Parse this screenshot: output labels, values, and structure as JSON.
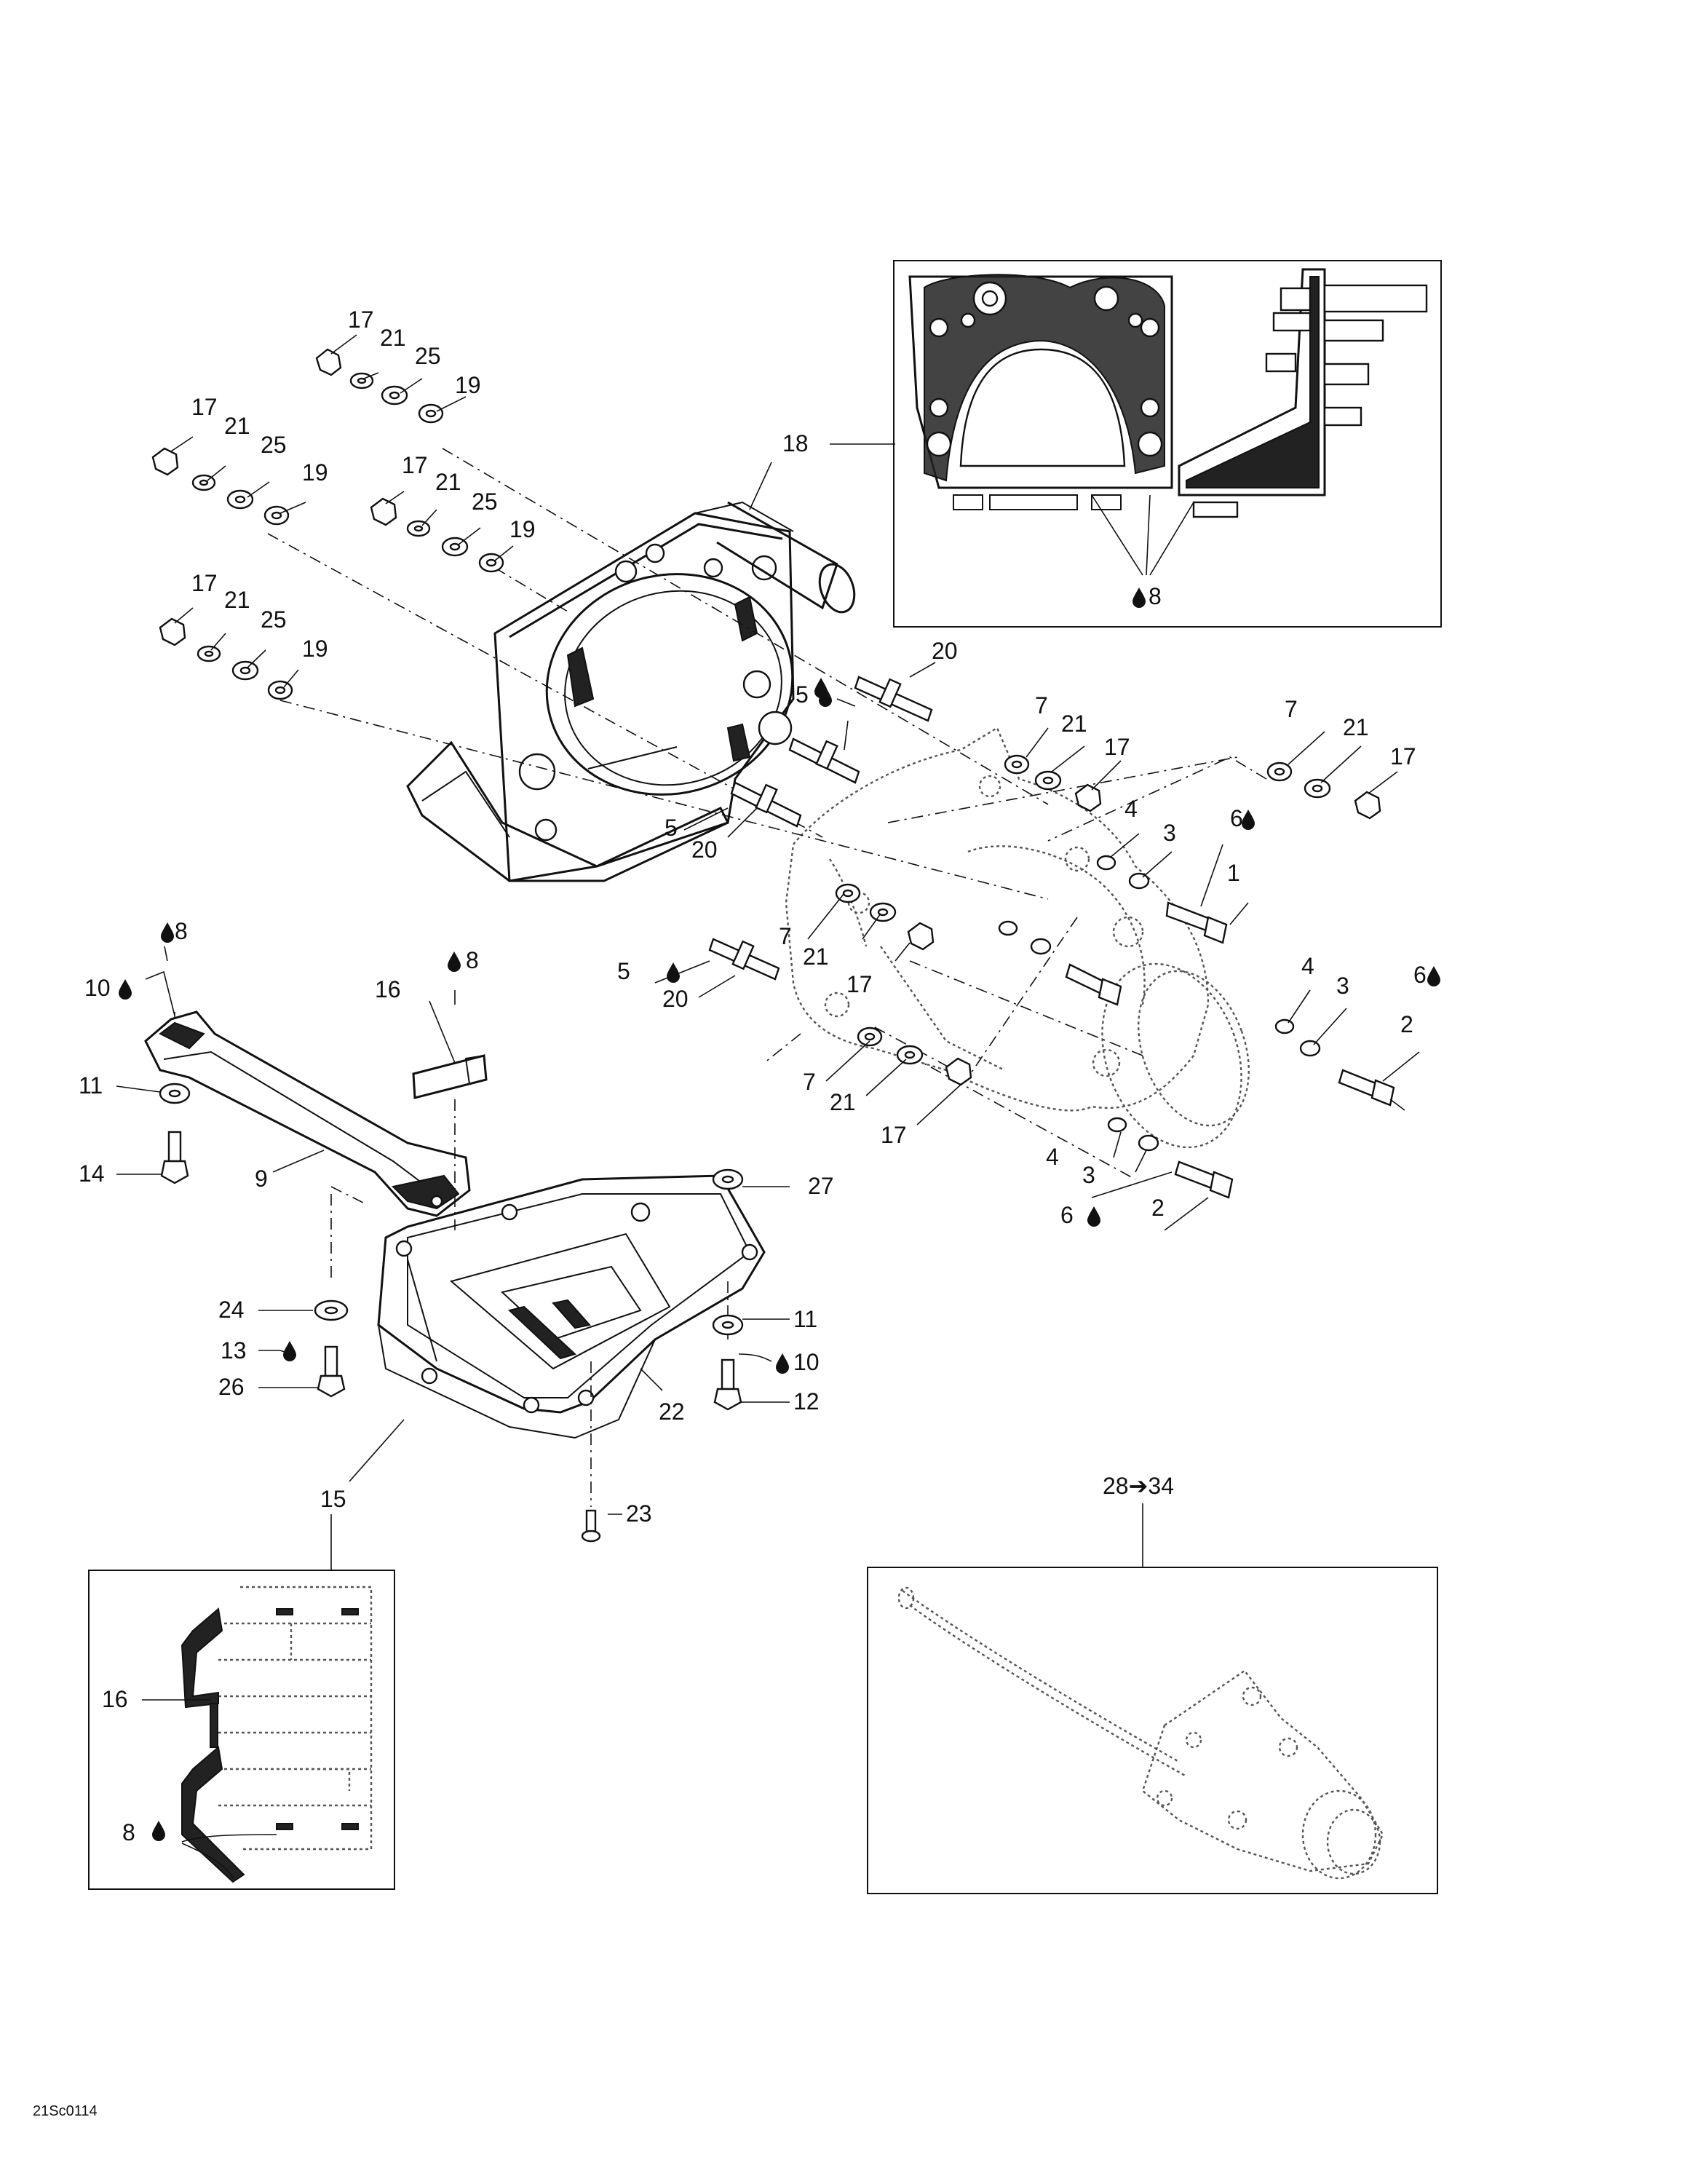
{
  "figure_code": "21Sc0114",
  "callouts": {
    "c1": "1",
    "c2a": "2",
    "c2b": "2",
    "c3a": "3",
    "c3b": "3",
    "c3c": "3",
    "c4a": "4",
    "c4b": "4",
    "c4c": "4",
    "c5a": "5",
    "c5b": "5",
    "c5c": "5",
    "c6a": "6",
    "c6b": "6",
    "c6c": "6",
    "c7a": "7",
    "c7b": "7",
    "c7c": "7",
    "c7d": "7",
    "c8a": "8",
    "c8b": "8",
    "c8c": "8",
    "c8d": "8",
    "c9": "9",
    "c10a": "10",
    "c10b": "10",
    "c11a": "11",
    "c11b": "11",
    "c12": "12",
    "c13": "13",
    "c14": "14",
    "c15": "15",
    "c16a": "16",
    "c16b": "16",
    "c17a": "17",
    "c17b": "17",
    "c17c": "17",
    "c17d": "17",
    "c17e": "17",
    "c17f": "17",
    "c17g": "17",
    "c18": "18",
    "c19a": "19",
    "c19b": "19",
    "c19c": "19",
    "c19d": "19",
    "c20a": "20",
    "c20b": "20",
    "c20c": "20",
    "c21a": "21",
    "c21b": "21",
    "c21c": "21",
    "c21d": "21",
    "c21e": "21",
    "c21f": "21",
    "c21g": "21",
    "c22": "22",
    "c23": "23",
    "c24": "24",
    "c25a": "25",
    "c25b": "25",
    "c25c": "25",
    "c25d": "25",
    "c26": "26",
    "c27": "27",
    "c28_34": "28➔34"
  }
}
